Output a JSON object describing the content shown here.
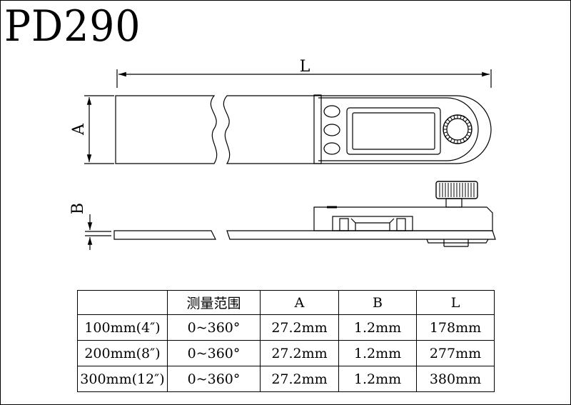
{
  "title": "PD290",
  "dimension_labels": {
    "length": "L",
    "width": "A",
    "thickness": "B"
  },
  "table": {
    "headers": [
      "",
      "测量范围",
      "A",
      "B",
      "L"
    ],
    "rows": [
      [
        "100mm(4″)",
        "0~360°",
        "27.2mm",
        "1.2mm",
        "178mm"
      ],
      [
        "200mm(8″)",
        "0~360°",
        "27.2mm",
        "1.2mm",
        "277mm"
      ],
      [
        "300mm(12″)",
        "0~360°",
        "27.2mm",
        "1.2mm",
        "380mm"
      ]
    ]
  }
}
